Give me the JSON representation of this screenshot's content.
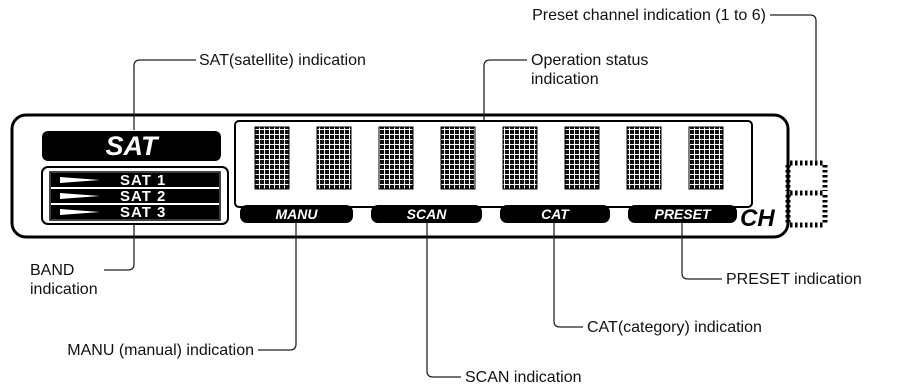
{
  "display": {
    "band_title": "SAT",
    "band_list": [
      "SAT 1",
      "SAT 2",
      "SAT 3"
    ],
    "mode_indicators": [
      "MANU",
      "SCAN",
      "CAT",
      "PRESET"
    ],
    "ch_label": "CH",
    "matrix_cell_count": 8
  },
  "callouts": {
    "preset_channel": "Preset channel indication (1 to 6)",
    "sat": "SAT(satellite) indication",
    "operation_status_line1": "Operation status",
    "operation_status_line2": "indication",
    "band_line1": "BAND",
    "band_line2": "indication",
    "manu": "MANU (manual) indication",
    "scan": "SCAN indication",
    "cat": "CAT(category) indication",
    "preset": "PRESET indication"
  }
}
